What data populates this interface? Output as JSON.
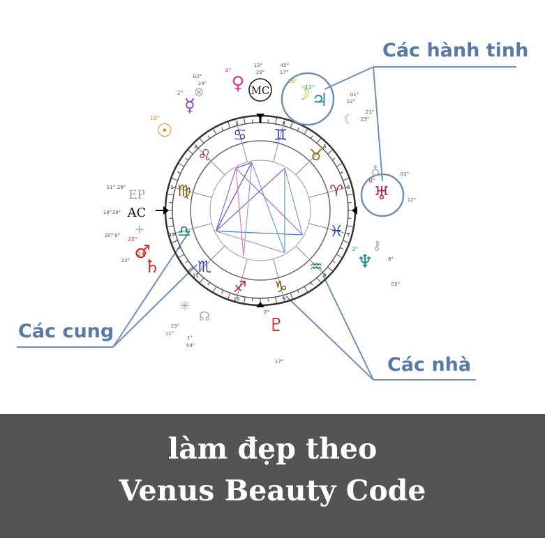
{
  "callouts": {
    "planets": "Các hành tinh",
    "signs": "Các cung",
    "houses": "Các nhà"
  },
  "footer": {
    "line1": "làm đẹp theo",
    "line2": "Venus Beauty Code"
  },
  "wheel": {
    "signs": [
      "♋",
      "♊",
      "♉",
      "♈",
      "♓",
      "♒",
      "♑",
      "♐",
      "♏",
      "♎",
      "♍",
      "♌"
    ],
    "house_numbers": [
      "1",
      "2",
      "3",
      "4",
      "5",
      "6",
      "7",
      "8",
      "9",
      "10",
      "11",
      "12"
    ],
    "angles": {
      "mc": "MC",
      "ac": "AC",
      "ep": "EP"
    },
    "planets": [
      {
        "name": "moon",
        "glyph": "☽",
        "degree": "16°",
        "color": "#d8b400"
      },
      {
        "name": "jupiter",
        "glyph": "♃",
        "degree": "12°",
        "color": "#1e8fb0"
      },
      {
        "name": "venus",
        "glyph": "♀",
        "degree": "4°",
        "color": "#d63aa0"
      },
      {
        "name": "mercury",
        "glyph": "☿",
        "degree": "2°",
        "color": "#8a44c8"
      },
      {
        "name": "sun",
        "glyph": "☉",
        "degree": "19°",
        "color": "#e58a1e"
      },
      {
        "name": "mars",
        "glyph": "♂",
        "degree": "22°",
        "color": "#d02a2a"
      },
      {
        "name": "saturn",
        "glyph": "♄",
        "degree": "24°",
        "color": "#d02a2a"
      },
      {
        "name": "uranus",
        "glyph": "♅",
        "degree": "8°",
        "color": "#b0245a"
      },
      {
        "name": "neptune",
        "glyph": "♆",
        "degree": "2°",
        "color": "#1a8a8a"
      },
      {
        "name": "pluto",
        "glyph": "♇",
        "degree": "7°",
        "color": "#d02a2a"
      }
    ],
    "small_labels": [
      "29°",
      "19°",
      "17°",
      "45°",
      "24°",
      "02°",
      "01°",
      "12°",
      "23°",
      "21°",
      "03°",
      "12°",
      "05°",
      "22°",
      "29°",
      "11°",
      "18°",
      "29°",
      "20°",
      "6°",
      "23°",
      "11°",
      "1°",
      "54°",
      "17°",
      "8°"
    ]
  },
  "colors": {
    "callout": "#5a7aa6",
    "footer_bg": "#545454",
    "footer_text": "#ffffff"
  }
}
